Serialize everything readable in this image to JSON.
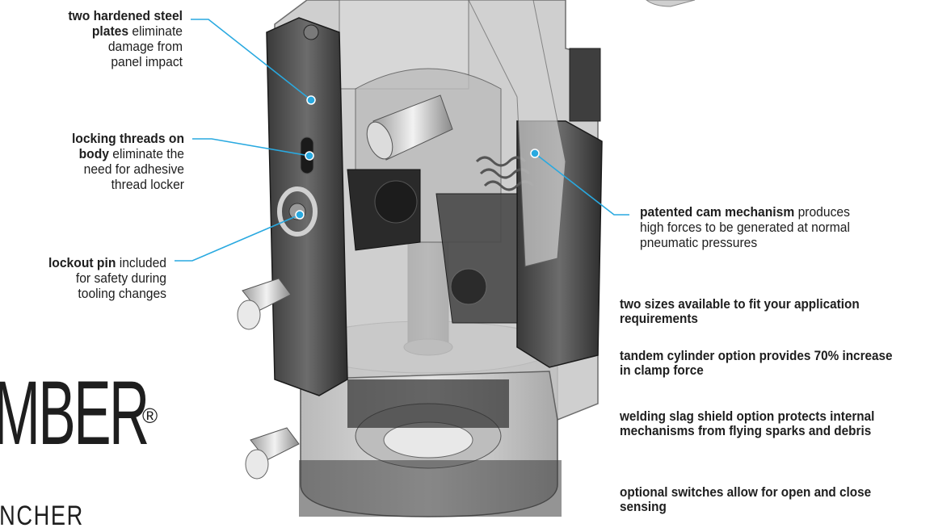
{
  "callouts": [
    {
      "id": "plates",
      "bold": "two hardened steel plates",
      "lines_bold": [
        "two hardened steel",
        "plates"
      ],
      "rest": " eliminate damage from panel impact"
    },
    {
      "id": "threads",
      "bold": "locking threads on body",
      "rest": " eliminate the need for adhesive thread locker"
    },
    {
      "id": "pin",
      "bold": "lockout pin",
      "rest": " included for safety during tooling changes"
    },
    {
      "id": "cam",
      "bold": "patented cam mechanism",
      "rest": " produces high forces to be generated at normal pneumatic pressures"
    }
  ],
  "features": [
    "two sizes available to fit your application requirements",
    "tandem cylinder option provides 70% increase in clamp force",
    "welding slag shield option protects internal mechanisms from flying sparks and debris",
    "optional switches allow for open and close sensing"
  ],
  "logo": {
    "main": "MBER",
    "reg": "®",
    "sub": "INCHER"
  },
  "colors": {
    "leader": "#29a9e0",
    "body": "#2b2b2b",
    "accent": "#29a9e0"
  }
}
